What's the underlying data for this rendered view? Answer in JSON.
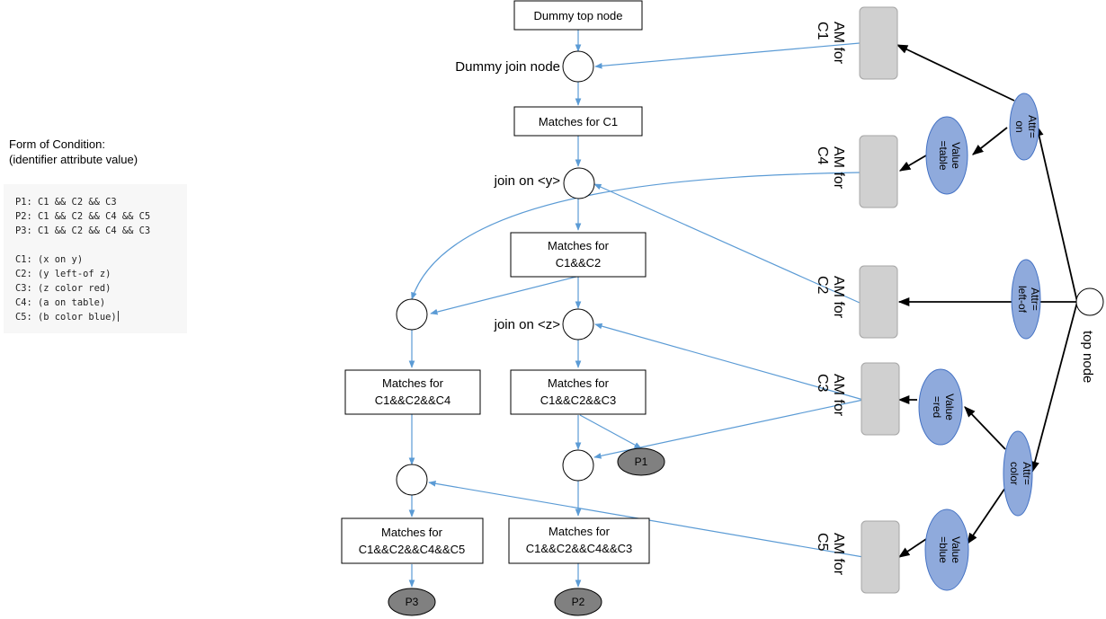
{
  "sidebar": {
    "heading_line1": "Form of Condition:",
    "heading_line2": "(identifier attribute value)",
    "productions": [
      "P1: C1 && C2 && C3",
      "P2: C1 && C2 && C4 && C5",
      "P3: C1 && C2 && C4 && C3"
    ],
    "conditions": [
      "C1: (x on y)",
      "C2: (y left-of z)",
      "C3: (z color red)",
      "C4: (a on table)",
      "C5: (b color blue)"
    ]
  },
  "beta_boxes": {
    "dummy_top": "Dummy top node",
    "m_c1": "Matches for C1",
    "m_c1c2": [
      "Matches for",
      "C1&&C2"
    ],
    "m_c1c2c4": [
      "Matches for",
      "C1&&C2&&C4"
    ],
    "m_c1c2c3": [
      "Matches for",
      "C1&&C2&&C3"
    ],
    "m_c1c2c4c5": [
      "Matches for",
      "C1&&C2&&C4&&C5"
    ],
    "m_c1c2c4c3": [
      "Matches for",
      "C1&&C2&&C4&&C3"
    ]
  },
  "join_labels": {
    "dummy_join": "Dummy join node",
    "join_y": "join on <y>",
    "join_z": "join on <z>"
  },
  "productions": {
    "p1": "P1",
    "p2": "P2",
    "p3": "P3"
  },
  "alpha_memories": {
    "c1": [
      "AM for",
      "C1"
    ],
    "c4": [
      "AM for",
      "C4"
    ],
    "c2": [
      "AM for",
      "C2"
    ],
    "c3": [
      "AM for",
      "C3"
    ],
    "c5": [
      "AM for",
      "C5"
    ]
  },
  "tests": {
    "attr_on": [
      "Attr=",
      "on"
    ],
    "value_table": [
      "Value",
      "=table"
    ],
    "attr_leftof": [
      "Attr=",
      "left-of"
    ],
    "value_red": [
      "Value",
      "=red"
    ],
    "attr_color": [
      "Attr=",
      "color"
    ],
    "value_blue": [
      "Value",
      "=blue"
    ]
  },
  "top_node": "top node",
  "colors": {
    "blue_line": "#5b9bd5",
    "blue_oval": "#8faadc",
    "gray_box": "#d0d0d0",
    "prod_fill": "#808080"
  }
}
